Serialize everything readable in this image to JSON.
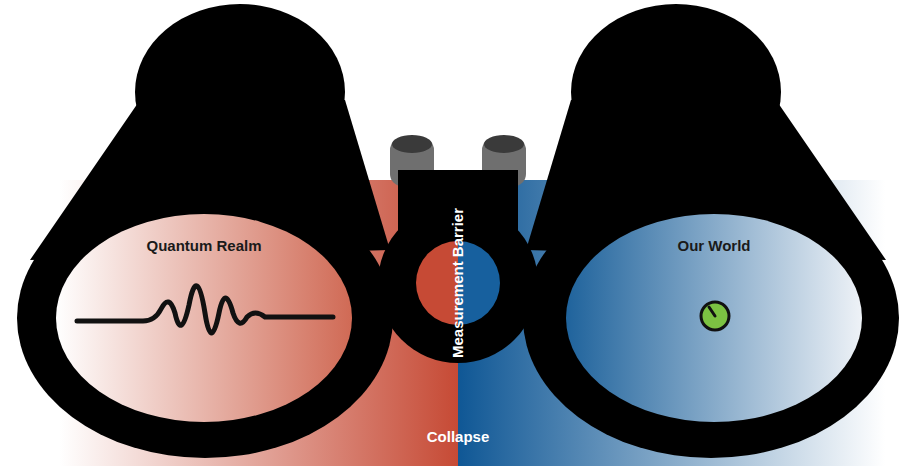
{
  "diagram": {
    "nodes": [
      {
        "text": [
          "Quantum Realm"
        ]
      },
      {
        "text": [
          "Measurement Barrier"
        ]
      },
      {
        "text": [
          "Our World"
        ]
      }
    ],
    "labels": [
      "Collapse"
    ]
  }
}
